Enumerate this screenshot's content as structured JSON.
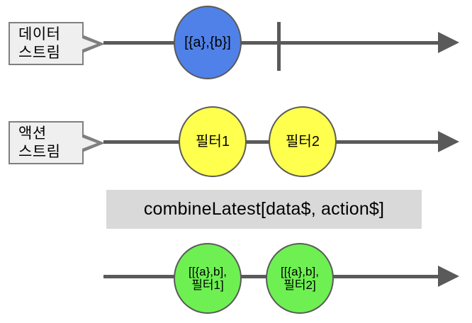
{
  "diagram": {
    "title": "combineLatest marble diagram",
    "colors": {
      "line": "#5a5a5a",
      "data_marble": "#4f81e8",
      "action_marble": "#ffff4d",
      "output_marble": "#6ef052",
      "operator_box": "#d9d9d9",
      "callout_fill": "#efefef",
      "callout_border": "#7f7f7f"
    },
    "streams": [
      {
        "id": "data-stream",
        "label_lines": [
          "데이터",
          "스트림"
        ],
        "marbles": [
          {
            "id": "data-marble-1",
            "text": "[{a},{b}]",
            "color": "blue"
          }
        ],
        "has_completion_tick": true
      },
      {
        "id": "action-stream",
        "label_lines": [
          "액션",
          "스트림"
        ],
        "marbles": [
          {
            "id": "action-marble-1",
            "text": "필터1",
            "color": "yellow"
          },
          {
            "id": "action-marble-2",
            "text": "필터2",
            "color": "yellow"
          }
        ],
        "has_completion_tick": false
      },
      {
        "id": "output-stream",
        "label_lines": [],
        "marbles": [
          {
            "id": "output-marble-1",
            "text": "[[{a},b],\n필터1]",
            "color": "green"
          },
          {
            "id": "output-marble-2",
            "text": "[[{a},b],\n필터2]",
            "color": "green"
          }
        ],
        "has_completion_tick": false
      }
    ],
    "operator": {
      "label": "combineLatest[data$, action$]"
    }
  }
}
